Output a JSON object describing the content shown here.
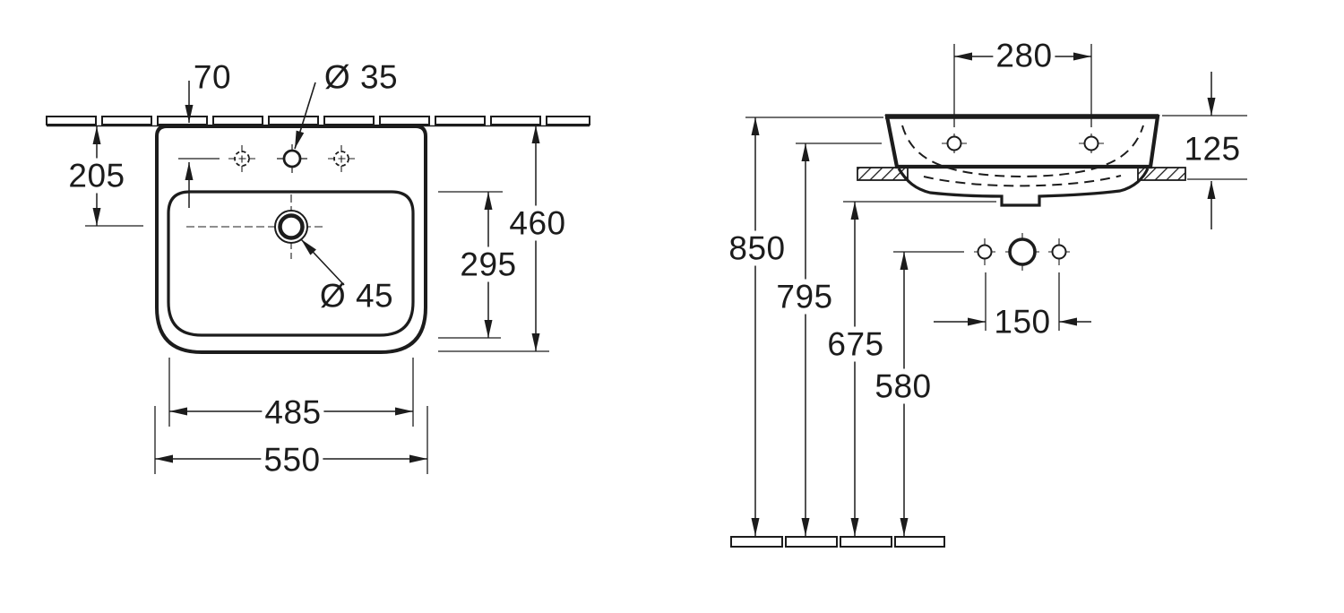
{
  "canvas": {
    "background": "#ffffff",
    "line_color": "#1c1c1c",
    "description": "Washbasin technical installation drawing, top view and side view, dimensions in mm"
  },
  "top_view": {
    "dims": {
      "rim_to_holes": "70",
      "faucet_hole_dia": "Ø 35",
      "drain_dia": "Ø 45",
      "rim_to_drain": "205",
      "bowl_depth": "295",
      "overall_depth": "460",
      "bowl_width": "485",
      "overall_width": "550"
    }
  },
  "side_view": {
    "dims": {
      "fixing_hole_spacing": "280",
      "apron_height": "125",
      "rim_height": "850",
      "fixing_holes_height": "795",
      "bowl_bottom_height": "675",
      "tap_holes_height": "580",
      "tap_hole_spacing": "150"
    }
  }
}
